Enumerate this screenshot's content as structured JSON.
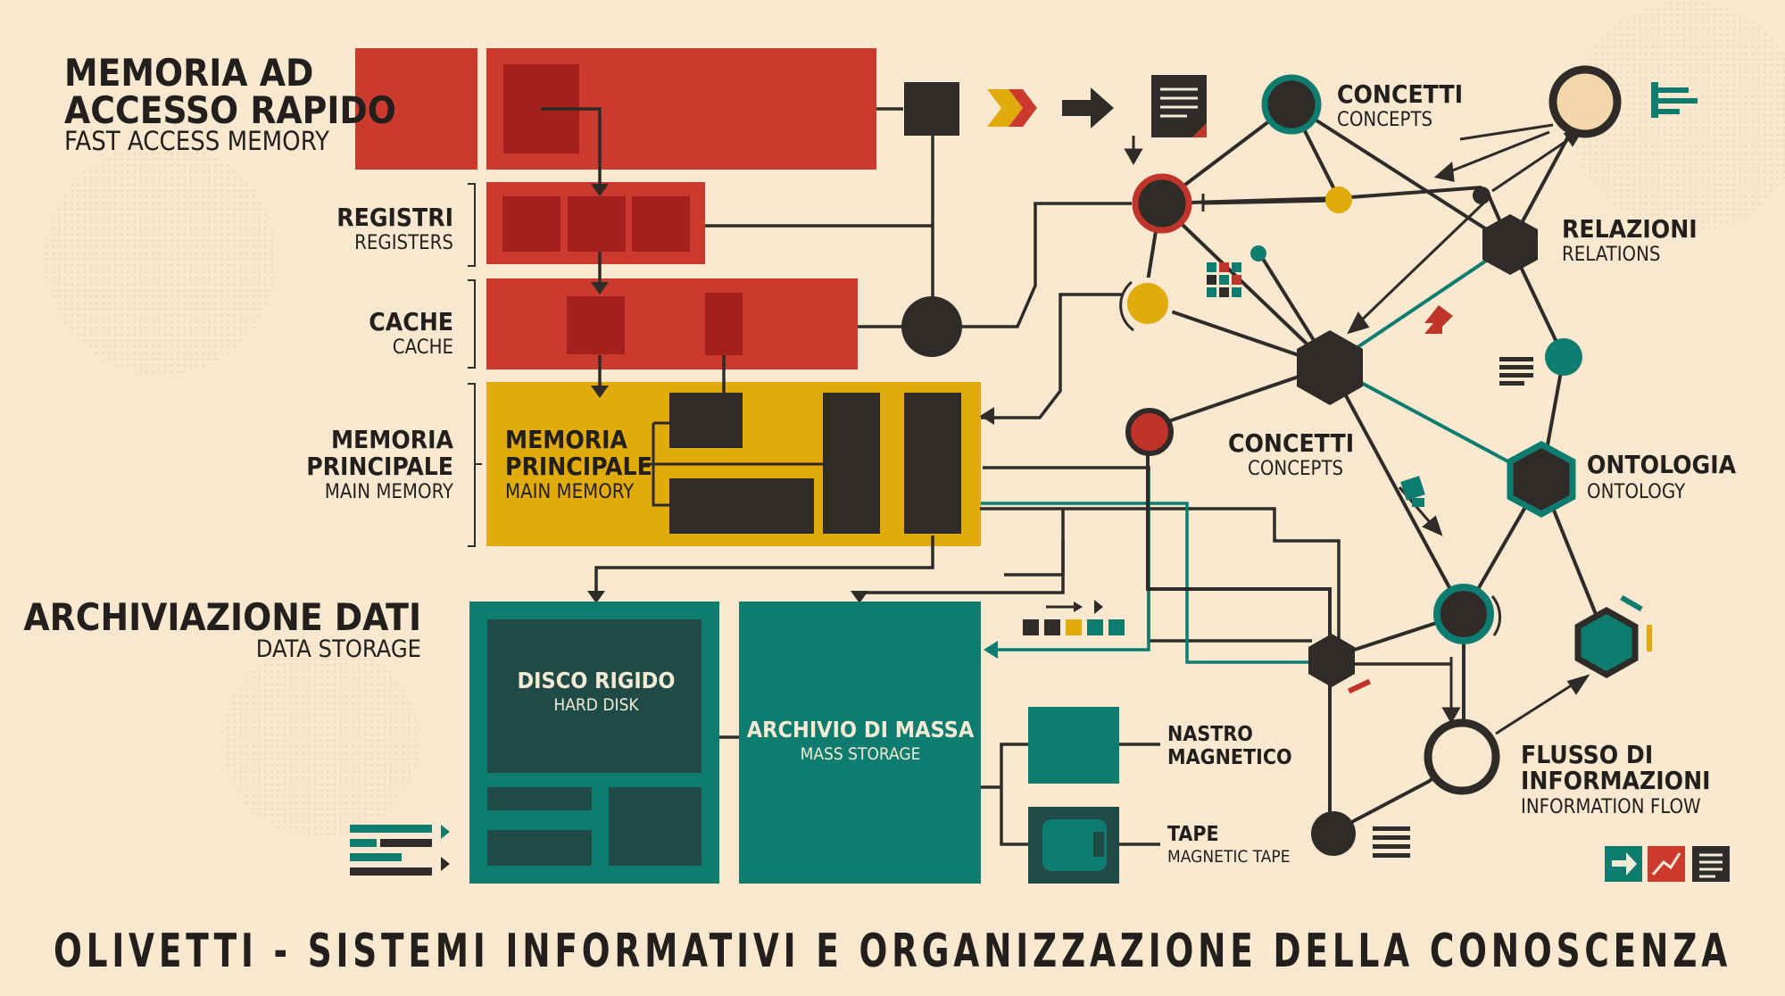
{
  "colors": {
    "background": "#f8e8cf",
    "red": "#cc3a2e",
    "dark_red": "#a3201d",
    "yellow": "#e1ab0c",
    "teal": "#0e7c6e",
    "dark_teal": "#1f4a45",
    "ink": "#2f2b28"
  },
  "memory": {
    "fast_access": {
      "title_line1": "MEMORIA AD",
      "title_line2": "ACCESSO RAPIDO",
      "subtitle": "FAST ACCESS MEMORY"
    },
    "registers": {
      "title": "REGISTRI",
      "subtitle": "REGISTERS"
    },
    "cache": {
      "title": "CACHE",
      "subtitle": "CACHE"
    },
    "main_memory": {
      "title_line1": "MEMORIA",
      "title_line2": "PRINCIPALE",
      "subtitle": "MAIN MEMORY"
    },
    "main_memory_inner": {
      "title_line1": "MEMORIA",
      "title_line2": "PRINCIPALE",
      "subtitle": "MAIN MEMORY"
    }
  },
  "storage": {
    "section": {
      "title": "ARCHIVIAZIONE DATI",
      "subtitle": "DATA STORAGE"
    },
    "hard_disk": {
      "title": "DISCO RIGIDO",
      "subtitle": "HARD DISK"
    },
    "mass_storage": {
      "title": "ARCHIVIO DI MASSA",
      "subtitle": "MASS STORAGE"
    },
    "magnetic_tape_it": {
      "title_line1": "NASTRO",
      "title_line2": "MAGNETICO"
    },
    "tape": {
      "title": "TAPE",
      "subtitle": "MAGNETIC TAPE"
    }
  },
  "network": {
    "concepts_top": {
      "title": "CONCETTI",
      "subtitle": "CONCEPTS"
    },
    "relations": {
      "title": "RELAZIONI",
      "subtitle": "RELATIONS"
    },
    "concepts_mid": {
      "title": "CONCETTI",
      "subtitle": "CONCEPTS"
    },
    "ontology": {
      "title": "ONTOLOGIA",
      "subtitle": "ONTOLOGY"
    },
    "information_flow": {
      "title_line1": "FLUSSO DI",
      "title_line2": "INFORMAZIONI",
      "subtitle": "INFORMATION FLOW"
    }
  },
  "icons": [
    "chevron-right-icon",
    "arrow-right-icon",
    "document-icon",
    "bar-lines-icon",
    "grid-icon",
    "text-lines-icon",
    "arrow-icon",
    "trend-chart-icon",
    "square-sequence-icon"
  ],
  "footer": {
    "title": "OLIVETTI - SISTEMI INFORMATIVI E ORGANIZZAZIONE DELLA CONOSCENZA"
  }
}
